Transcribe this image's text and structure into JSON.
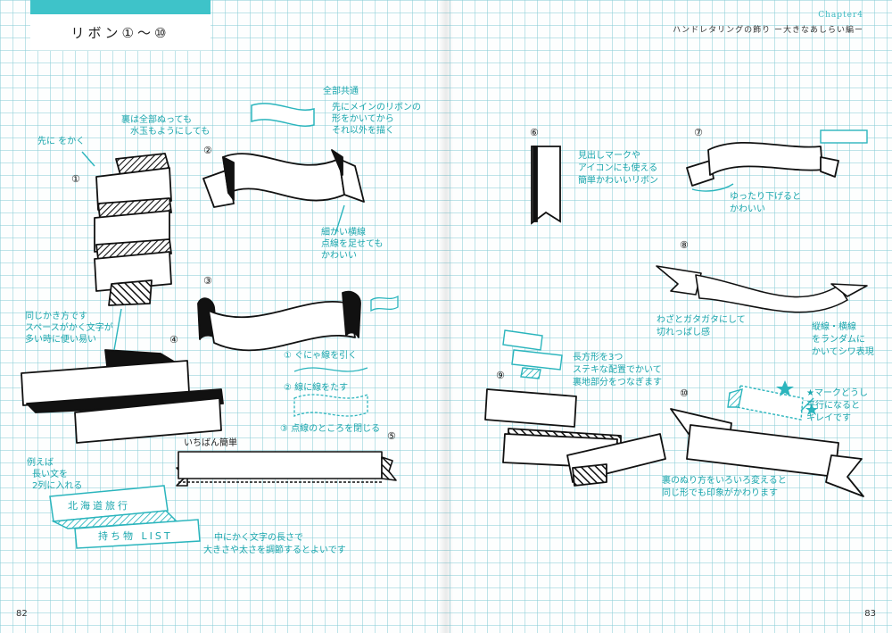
{
  "header": {
    "title": "リボン①～⑩",
    "chapter": "Chapter4",
    "subtitle": "ハンドレタリングの飾り ー大きなあしらい編ー"
  },
  "page_numbers": {
    "left": "82",
    "right": "83"
  },
  "labels": [
    "①",
    "②",
    "③",
    "④",
    "⑤",
    "⑥",
    "⑦",
    "⑧",
    "⑨",
    "⑩"
  ],
  "notes": {
    "common_heading": "全部共通",
    "common_line1": "先にメインのリボンの",
    "common_line2": "形をかいてから",
    "common_line3": "それ以外を描く",
    "back_line1": "裏は全部ぬっても",
    "back_line2": "水玉もようにしても",
    "first_draw": "先に をかく",
    "thin_line1": "細かい横線",
    "thin_line2": "点線を足せても",
    "thin_line3": "かわいい",
    "same_line1": "同じかき方です",
    "same_line2": "スペースがかく文字が",
    "same_line3": "多い時に便い易い",
    "step1": "① ぐにゃ線を引く",
    "step2": "② 線に線をたす",
    "step3": "③ 点線のところを閉じる",
    "easiest": "いちばん簡単",
    "example_line1": "例えば",
    "example_line2": "長い文を",
    "example_line3": "2列に入れる",
    "ribbon_text1": "北海道旅行",
    "ribbon_text2": "持ち物 LIST",
    "length_line1": "中にかく文字の長さで",
    "length_line2": "大きさや太さを調節するとよいです",
    "heading_line1": "見出しマークや",
    "heading_line2": "アイコンにも使える",
    "heading_line3": "簡単かわいいリボン",
    "swing_line1": "ゆったり下げると",
    "swing_line2": "かわいい",
    "rough_line1": "わざとガタガタにして",
    "rough_line2": "切れっぱし感",
    "wrinkle_line1": "縦線・横線",
    "wrinkle_line2": "をランダムに",
    "wrinkle_line3": "かいてシワ表現",
    "rect_line1": "長方形を3つ",
    "rect_line2": "ステキな配置でかいて",
    "rect_line3": "裏地部分をつなぎます",
    "star_line1": "★マークどうし",
    "star_line2": "平行になると",
    "star_line3": "キレイです",
    "fill_line1": "裏のぬり方をいろいろ変えると",
    "fill_line2": "同じ形でも印象がかわります"
  },
  "colors": {
    "accent": "#3ec3c9",
    "ink": "#1b1b1b",
    "grid": "#8ccdd7"
  }
}
